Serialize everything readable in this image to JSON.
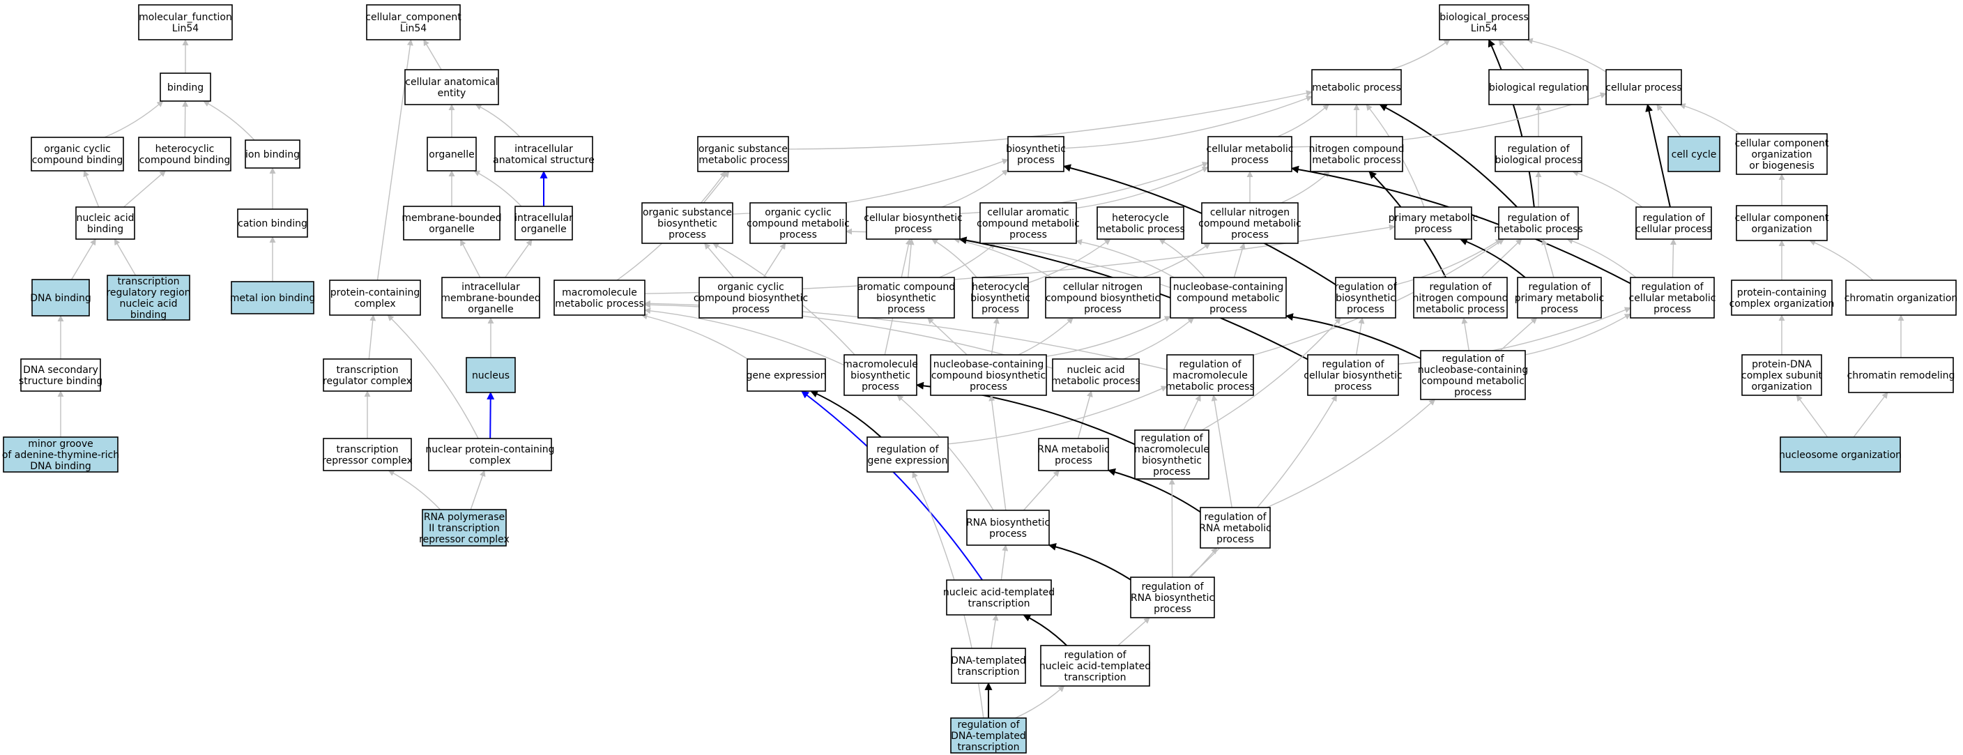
{
  "colors": {
    "node_fill": "#ffffff",
    "highlight_fill": "#add8e6",
    "node_border": "#000000",
    "edge_gray": "#c0c0c0",
    "edge_black": "#000000",
    "edge_blue": "#0000ff"
  },
  "nodes": [
    {
      "id": "mf_root",
      "label": "molecular_function\nLin54"
    },
    {
      "id": "binding",
      "label": "binding"
    },
    {
      "id": "organic_cyclic_binding",
      "label": "organic cyclic\ncompound binding"
    },
    {
      "id": "heterocyclic_binding",
      "label": "heterocyclic\ncompound binding"
    },
    {
      "id": "ion_binding",
      "label": "ion binding"
    },
    {
      "id": "nucleic_acid_binding",
      "label": "nucleic acid\nbinding"
    },
    {
      "id": "cation_binding",
      "label": "cation binding"
    },
    {
      "id": "dna_binding",
      "label": "DNA binding",
      "highlight": true
    },
    {
      "id": "tr_region_binding",
      "label": "transcription\nregulatory region\nnucleic acid\nbinding",
      "highlight": true
    },
    {
      "id": "metal_ion_binding",
      "label": "metal ion binding",
      "highlight": true
    },
    {
      "id": "dna_secondary",
      "label": "DNA secondary\nstructure binding"
    },
    {
      "id": "minor_groove",
      "label": "minor groove\nof adenine-thymine-rich\nDNA binding",
      "highlight": true
    },
    {
      "id": "cc_root",
      "label": "cellular_component\nLin54"
    },
    {
      "id": "cell_anat_entity",
      "label": "cellular anatomical\nentity"
    },
    {
      "id": "organelle",
      "label": "organelle"
    },
    {
      "id": "intracell_anat_struct",
      "label": "intracellular\nanatomical structure"
    },
    {
      "id": "membrane_bounded_org",
      "label": "membrane-bounded\norganelle"
    },
    {
      "id": "intracell_org",
      "label": "intracellular\norganelle"
    },
    {
      "id": "protein_containing_complex",
      "label": "protein-containing\ncomplex"
    },
    {
      "id": "intracell_mem_org",
      "label": "intracellular\nmembrane-bounded\norganelle"
    },
    {
      "id": "nucleus",
      "label": "nucleus",
      "highlight": true
    },
    {
      "id": "tr_regulator_complex",
      "label": "transcription\nregulator complex"
    },
    {
      "id": "tr_repressor_complex",
      "label": "transcription\nrepressor complex"
    },
    {
      "id": "nuclear_pcc",
      "label": "nuclear protein-containing\ncomplex"
    },
    {
      "id": "rnap2_repressor",
      "label": "RNA polymerase\nII transcription\nrepressor complex",
      "highlight": true
    },
    {
      "id": "bp_root",
      "label": "biological_process\nLin54"
    },
    {
      "id": "metabolic_process",
      "label": "metabolic process"
    },
    {
      "id": "biological_regulation",
      "label": "biological regulation"
    },
    {
      "id": "cellular_process",
      "label": "cellular process"
    },
    {
      "id": "org_subst_metab",
      "label": "organic substance\nmetabolic process"
    },
    {
      "id": "biosynthetic_process",
      "label": "biosynthetic\nprocess"
    },
    {
      "id": "cellular_metab",
      "label": "cellular metabolic\nprocess"
    },
    {
      "id": "nitrogen_compound_metab",
      "label": "nitrogen compound\nmetabolic process"
    },
    {
      "id": "reg_bio_process",
      "label": "regulation of\nbiological process"
    },
    {
      "id": "cell_cycle",
      "label": "cell cycle",
      "highlight": true
    },
    {
      "id": "cc_org_biogenesis",
      "label": "cellular component\norganization\nor biogenesis"
    },
    {
      "id": "org_subst_biosynth",
      "label": "organic substance\nbiosynthetic\nprocess"
    },
    {
      "id": "org_cyclic_metab",
      "label": "organic cyclic\ncompound metabolic\nprocess"
    },
    {
      "id": "cellular_biosynth",
      "label": "cellular biosynthetic\nprocess"
    },
    {
      "id": "cell_aromatic_metab",
      "label": "cellular aromatic\ncompound metabolic\nprocess"
    },
    {
      "id": "heterocycle_metab",
      "label": "heterocycle\nmetabolic process"
    },
    {
      "id": "cell_nitrogen_metab",
      "label": "cellular nitrogen\ncompound metabolic\nprocess"
    },
    {
      "id": "primary_metab",
      "label": "primary metabolic\nprocess"
    },
    {
      "id": "reg_metab_process",
      "label": "regulation of\nmetabolic process"
    },
    {
      "id": "reg_cellular_process",
      "label": "regulation of\ncellular process"
    },
    {
      "id": "cc_organization",
      "label": "cellular component\norganization"
    },
    {
      "id": "macromolecule_metab",
      "label": "macromolecule\nmetabolic process"
    },
    {
      "id": "org_cyclic_biosynth",
      "label": "organic cyclic\ncompound biosynthetic\nprocess"
    },
    {
      "id": "aromatic_biosynth",
      "label": "aromatic compound\nbiosynthetic\nprocess"
    },
    {
      "id": "heterocycle_biosynth",
      "label": "heterocycle\nbiosynthetic\nprocess"
    },
    {
      "id": "cell_nitrogen_biosynth",
      "label": "cellular nitrogen\ncompound biosynthetic\nprocess"
    },
    {
      "id": "nucleobase_metab",
      "label": "nucleobase-containing\ncompound metabolic\nprocess"
    },
    {
      "id": "reg_biosynth",
      "label": "regulation of\nbiosynthetic\nprocess"
    },
    {
      "id": "reg_nitrogen_metab",
      "label": "regulation of\nnitrogen compound\nmetabolic process"
    },
    {
      "id": "reg_primary_metab",
      "label": "regulation of\nprimary metabolic\nprocess"
    },
    {
      "id": "reg_cell_metab",
      "label": "regulation of\ncellular metabolic\nprocess"
    },
    {
      "id": "pc_complex_org",
      "label": "protein-containing\ncomplex organization"
    },
    {
      "id": "chromatin_org",
      "label": "chromatin organization"
    },
    {
      "id": "gene_expression",
      "label": "gene expression"
    },
    {
      "id": "macromolecule_biosynth",
      "label": "macromolecule\nbiosynthetic\nprocess"
    },
    {
      "id": "nucleobase_biosynth",
      "label": "nucleobase-containing\ncompound biosynthetic\nprocess"
    },
    {
      "id": "nucleic_acid_metab",
      "label": "nucleic acid\nmetabolic process"
    },
    {
      "id": "reg_macromolecule_metab",
      "label": "regulation of\nmacromolecule\nmetabolic process"
    },
    {
      "id": "reg_cell_biosynth",
      "label": "regulation of\ncellular biosynthetic\nprocess"
    },
    {
      "id": "reg_nucleobase_metab",
      "label": "regulation of\nnucleobase-containing\ncompound metabolic\nprocess"
    },
    {
      "id": "protein_dna_complex",
      "label": "protein-DNA\ncomplex subunit\norganization"
    },
    {
      "id": "chromatin_remodeling",
      "label": "chromatin remodeling"
    },
    {
      "id": "reg_gene_expression",
      "label": "regulation of\ngene expression"
    },
    {
      "id": "rna_metab",
      "label": "RNA metabolic\nprocess"
    },
    {
      "id": "reg_macromolecule_biosynth",
      "label": "regulation of\nmacromolecule\nbiosynthetic\nprocess"
    },
    {
      "id": "nucleosome_org",
      "label": "nucleosome organization",
      "highlight": true
    },
    {
      "id": "rna_biosynth",
      "label": "RNA biosynthetic\nprocess"
    },
    {
      "id": "reg_rna_metab",
      "label": "regulation of\nRNA metabolic\nprocess"
    },
    {
      "id": "na_templated_tx",
      "label": "nucleic acid-templated\ntranscription"
    },
    {
      "id": "reg_rna_biosynth",
      "label": "regulation of\nRNA biosynthetic\nprocess"
    },
    {
      "id": "dna_templated_tx",
      "label": "DNA-templated\ntranscription"
    },
    {
      "id": "reg_na_templated_tx",
      "label": "regulation of\nnucleic acid-templated\ntranscription"
    },
    {
      "id": "reg_dna_templated_tx",
      "label": "regulation of\nDNA-templated\ntranscription",
      "highlight": true
    }
  ],
  "edges": [
    [
      "binding",
      "mf_root",
      "gray"
    ],
    [
      "organic_cyclic_binding",
      "binding",
      "gray"
    ],
    [
      "heterocyclic_binding",
      "binding",
      "gray"
    ],
    [
      "ion_binding",
      "binding",
      "gray"
    ],
    [
      "nucleic_acid_binding",
      "organic_cyclic_binding",
      "gray"
    ],
    [
      "nucleic_acid_binding",
      "heterocyclic_binding",
      "gray"
    ],
    [
      "cation_binding",
      "ion_binding",
      "gray"
    ],
    [
      "dna_binding",
      "nucleic_acid_binding",
      "gray"
    ],
    [
      "tr_region_binding",
      "nucleic_acid_binding",
      "gray"
    ],
    [
      "metal_ion_binding",
      "cation_binding",
      "gray"
    ],
    [
      "dna_secondary",
      "dna_binding",
      "gray"
    ],
    [
      "minor_groove",
      "dna_secondary",
      "gray"
    ],
    [
      "cell_anat_entity",
      "cc_root",
      "gray"
    ],
    [
      "protein_containing_complex",
      "cc_root",
      "gray"
    ],
    [
      "organelle",
      "cell_anat_entity",
      "gray"
    ],
    [
      "intracell_anat_struct",
      "cell_anat_entity",
      "gray"
    ],
    [
      "membrane_bounded_org",
      "organelle",
      "gray"
    ],
    [
      "intracell_org",
      "organelle",
      "gray"
    ],
    [
      "intracell_org",
      "intracell_anat_struct",
      "blue"
    ],
    [
      "intracell_mem_org",
      "membrane_bounded_org",
      "gray"
    ],
    [
      "intracell_mem_org",
      "intracell_org",
      "gray"
    ],
    [
      "nucleus",
      "intracell_mem_org",
      "gray"
    ],
    [
      "nuclear_pcc",
      "nucleus",
      "blue"
    ],
    [
      "nuclear_pcc",
      "protein_containing_complex",
      "gray"
    ],
    [
      "tr_regulator_complex",
      "protein_containing_complex",
      "gray"
    ],
    [
      "tr_repressor_complex",
      "tr_regulator_complex",
      "gray"
    ],
    [
      "rnap2_repressor",
      "tr_repressor_complex",
      "gray"
    ],
    [
      "rnap2_repressor",
      "nuclear_pcc",
      "gray"
    ],
    [
      "metabolic_process",
      "bp_root",
      "gray"
    ],
    [
      "biological_regulation",
      "bp_root",
      "gray"
    ],
    [
      "cellular_process",
      "bp_root",
      "gray"
    ],
    [
      "reg_metab_process",
      "bp_root",
      "black"
    ],
    [
      "org_subst_metab",
      "metabolic_process",
      "gray"
    ],
    [
      "biosynthetic_process",
      "metabolic_process",
      "gray"
    ],
    [
      "cellular_metab",
      "metabolic_process",
      "gray"
    ],
    [
      "nitrogen_compound_metab",
      "metabolic_process",
      "gray"
    ],
    [
      "primary_metab",
      "metabolic_process",
      "gray"
    ],
    [
      "reg_metab_process",
      "metabolic_process",
      "black"
    ],
    [
      "cellular_metab",
      "cellular_process",
      "gray"
    ],
    [
      "cell_cycle",
      "cellular_process",
      "gray"
    ],
    [
      "cc_org_biogenesis",
      "cellular_process",
      "gray"
    ],
    [
      "reg_cellular_process",
      "cellular_process",
      "black"
    ],
    [
      "reg_bio_process",
      "biological_regulation",
      "gray"
    ],
    [
      "reg_metab_process",
      "reg_bio_process",
      "gray"
    ],
    [
      "reg_cellular_process",
      "reg_bio_process",
      "gray"
    ],
    [
      "cc_organization",
      "cc_org_biogenesis",
      "gray"
    ],
    [
      "org_subst_biosynth",
      "org_subst_metab",
      "gray"
    ],
    [
      "org_subst_biosynth",
      "biosynthetic_process",
      "gray"
    ],
    [
      "cellular_biosynth",
      "biosynthetic_process",
      "gray"
    ],
    [
      "cellular_biosynth",
      "cellular_metab",
      "gray"
    ],
    [
      "cell_aromatic_metab",
      "cellular_metab",
      "gray"
    ],
    [
      "cell_nitrogen_metab",
      "cellular_metab",
      "gray"
    ],
    [
      "cell_nitrogen_metab",
      "nitrogen_compound_metab",
      "gray"
    ],
    [
      "macromolecule_metab",
      "org_subst_metab",
      "gray"
    ],
    [
      "macromolecule_metab",
      "primary_metab",
      "gray"
    ],
    [
      "reg_biosynth",
      "biosynthetic_process",
      "black"
    ],
    [
      "reg_cell_metab",
      "cellular_metab",
      "black"
    ],
    [
      "reg_nitrogen_metab",
      "nitrogen_compound_metab",
      "black"
    ],
    [
      "org_cyclic_biosynth",
      "org_cyclic_metab",
      "gray"
    ],
    [
      "org_cyclic_biosynth",
      "org_subst_biosynth",
      "gray"
    ],
    [
      "aromatic_biosynth",
      "cell_aromatic_metab",
      "gray"
    ],
    [
      "aromatic_biosynth",
      "cellular_biosynth",
      "gray"
    ],
    [
      "heterocycle_biosynth",
      "heterocycle_metab",
      "gray"
    ],
    [
      "heterocycle_biosynth",
      "cellular_biosynth",
      "gray"
    ],
    [
      "cell_nitrogen_biosynth",
      "cell_nitrogen_metab",
      "gray"
    ],
    [
      "cell_nitrogen_biosynth",
      "cellular_biosynth",
      "gray"
    ],
    [
      "nucleobase_metab",
      "cell_nitrogen_metab",
      "gray"
    ],
    [
      "nucleobase_metab",
      "heterocycle_metab",
      "gray"
    ],
    [
      "nucleobase_metab",
      "cell_aromatic_metab",
      "gray"
    ],
    [
      "nucleobase_metab",
      "org_cyclic_metab",
      "gray"
    ],
    [
      "reg_biosynth",
      "reg_metab_process",
      "gray"
    ],
    [
      "reg_nitrogen_metab",
      "reg_metab_process",
      "gray"
    ],
    [
      "reg_primary_metab",
      "reg_metab_process",
      "gray"
    ],
    [
      "reg_primary_metab",
      "primary_metab",
      "black"
    ],
    [
      "reg_cell_metab",
      "reg_metab_process",
      "gray"
    ],
    [
      "reg_cell_metab",
      "reg_cellular_process",
      "gray"
    ],
    [
      "pc_complex_org",
      "cc_organization",
      "gray"
    ],
    [
      "chromatin_org",
      "cc_organization",
      "gray"
    ],
    [
      "gene_expression",
      "macromolecule_metab",
      "gray"
    ],
    [
      "macromolecule_biosynth",
      "macromolecule_metab",
      "gray"
    ],
    [
      "macromolecule_biosynth",
      "cellular_biosynth",
      "gray"
    ],
    [
      "macromolecule_biosynth",
      "org_subst_biosynth",
      "gray"
    ],
    [
      "nucleobase_biosynth",
      "nucleobase_metab",
      "gray"
    ],
    [
      "nucleobase_biosynth",
      "aromatic_biosynth",
      "gray"
    ],
    [
      "nucleobase_biosynth",
      "heterocycle_biosynth",
      "gray"
    ],
    [
      "nucleobase_biosynth",
      "cell_nitrogen_biosynth",
      "gray"
    ],
    [
      "nucleic_acid_metab",
      "nucleobase_metab",
      "gray"
    ],
    [
      "nucleic_acid_metab",
      "macromolecule_metab",
      "gray"
    ],
    [
      "reg_macromolecule_metab",
      "reg_metab_process",
      "gray"
    ],
    [
      "reg_macromolecule_metab",
      "macromolecule_metab",
      "gray"
    ],
    [
      "reg_cell_biosynth",
      "reg_biosynth",
      "gray"
    ],
    [
      "reg_cell_biosynth",
      "reg_cell_metab",
      "gray"
    ],
    [
      "reg_cell_biosynth",
      "cellular_biosynth",
      "black"
    ],
    [
      "reg_nucleobase_metab",
      "reg_primary_metab",
      "gray"
    ],
    [
      "reg_nucleobase_metab",
      "reg_cell_metab",
      "gray"
    ],
    [
      "reg_nucleobase_metab",
      "reg_nitrogen_metab",
      "gray"
    ],
    [
      "reg_nucleobase_metab",
      "nucleobase_metab",
      "black"
    ],
    [
      "protein_dna_complex",
      "pc_complex_org",
      "gray"
    ],
    [
      "chromatin_remodeling",
      "chromatin_org",
      "gray"
    ],
    [
      "reg_gene_expression",
      "gene_expression",
      "black"
    ],
    [
      "reg_gene_expression",
      "reg_macromolecule_metab",
      "gray"
    ],
    [
      "rna_metab",
      "nucleic_acid_metab",
      "gray"
    ],
    [
      "reg_macromolecule_biosynth",
      "reg_macromolecule_metab",
      "gray"
    ],
    [
      "reg_macromolecule_biosynth",
      "reg_biosynth",
      "gray"
    ],
    [
      "reg_macromolecule_biosynth",
      "macromolecule_biosynth",
      "black"
    ],
    [
      "nucleosome_org",
      "protein_dna_complex",
      "gray"
    ],
    [
      "nucleosome_org",
      "chromatin_remodeling",
      "gray"
    ],
    [
      "rna_biosynth",
      "rna_metab",
      "gray"
    ],
    [
      "rna_biosynth",
      "nucleobase_biosynth",
      "gray"
    ],
    [
      "rna_biosynth",
      "macromolecule_biosynth",
      "gray"
    ],
    [
      "reg_rna_metab",
      "rna_metab",
      "black"
    ],
    [
      "reg_rna_metab",
      "reg_nucleobase_metab",
      "gray"
    ],
    [
      "reg_rna_metab",
      "reg_macromolecule_metab",
      "gray"
    ],
    [
      "na_templated_tx",
      "rna_biosynth",
      "gray"
    ],
    [
      "na_templated_tx",
      "gene_expression",
      "blue"
    ],
    [
      "reg_rna_biosynth",
      "rna_biosynth",
      "black"
    ],
    [
      "reg_rna_biosynth",
      "reg_rna_metab",
      "gray"
    ],
    [
      "reg_rna_biosynth",
      "reg_macromolecule_biosynth",
      "gray"
    ],
    [
      "reg_rna_biosynth",
      "reg_cell_biosynth",
      "gray"
    ],
    [
      "dna_templated_tx",
      "na_templated_tx",
      "gray"
    ],
    [
      "reg_na_templated_tx",
      "na_templated_tx",
      "black"
    ],
    [
      "reg_na_templated_tx",
      "reg_rna_biosynth",
      "gray"
    ],
    [
      "reg_dna_templated_tx",
      "dna_templated_tx",
      "black"
    ],
    [
      "reg_dna_templated_tx",
      "reg_na_templated_tx",
      "gray"
    ],
    [
      "reg_dna_templated_tx",
      "reg_gene_expression",
      "gray"
    ]
  ]
}
